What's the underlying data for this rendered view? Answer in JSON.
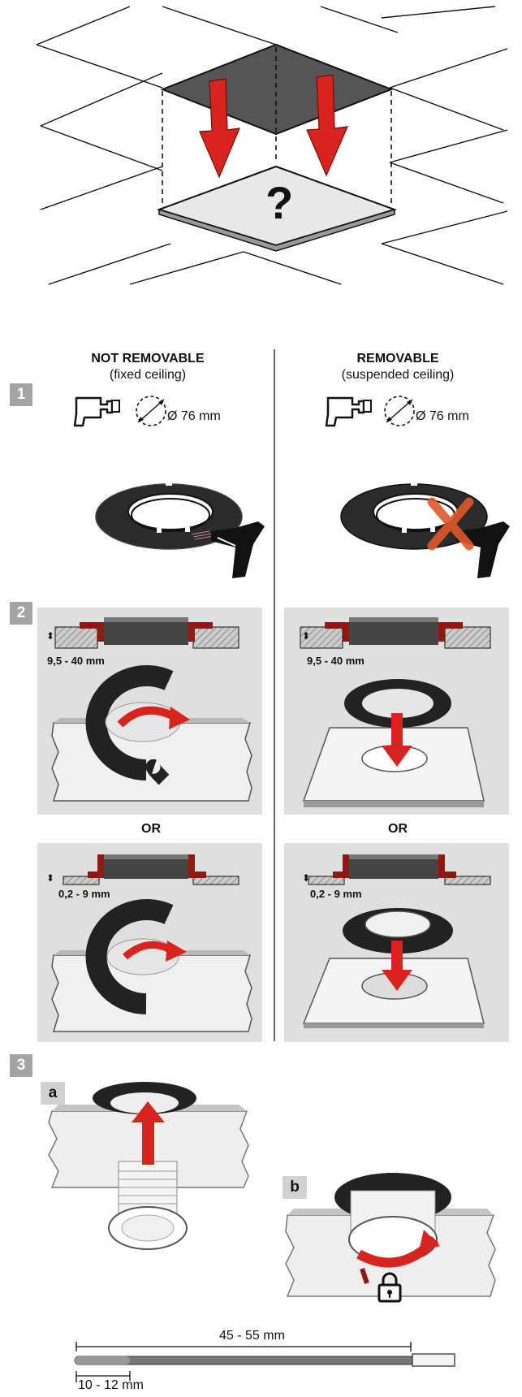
{
  "header": {
    "question_mark": "?"
  },
  "columns": {
    "left": {
      "title": "NOT REMOVABLE",
      "subtitle": "(fixed ceiling)"
    },
    "right": {
      "title": "REMOVABLE",
      "subtitle": "(suspended ceiling)"
    }
  },
  "steps": {
    "step1": {
      "badge": "1",
      "hole_left": "Ø 76 mm",
      "hole_right": "Ø 76 mm"
    },
    "step2": {
      "badge": "2",
      "range_thick": "9,5 - 40 mm",
      "range_thin": "0,2 - 9 mm",
      "or_left": "OR",
      "or_right": "OR"
    },
    "step3": {
      "badge": "3",
      "sub_a": "a",
      "sub_b": "b"
    }
  },
  "dimensions": {
    "total": "45 - 55 mm",
    "tip": "10 - 12 mm"
  },
  "colors": {
    "arrow_red": "#d9231e",
    "dark_red": "#8c1a12",
    "panel_gray": "#dfdfdf",
    "badge_gray": "#a3a3a3"
  }
}
